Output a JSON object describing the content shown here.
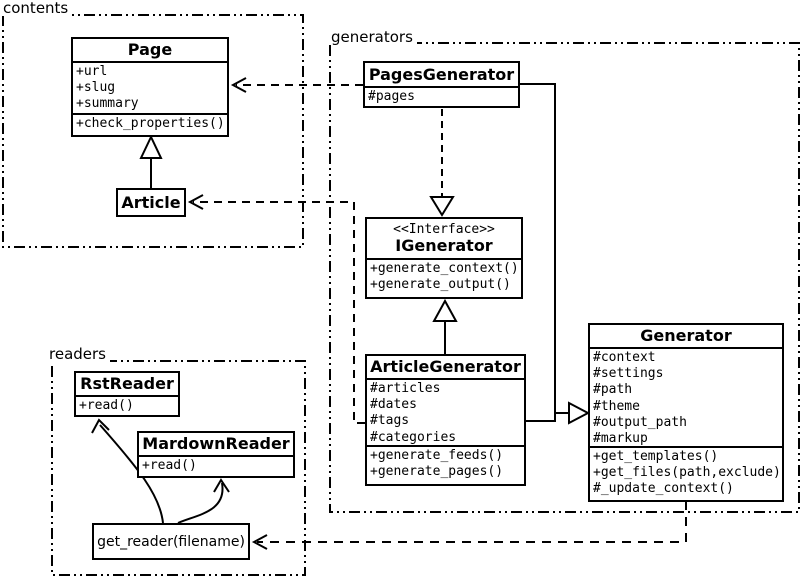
{
  "packages": {
    "contents": "contents",
    "generators": "generators",
    "readers": "readers"
  },
  "classes": {
    "page": {
      "name": "Page",
      "attributes": [
        "+url",
        "+slug",
        "+summary"
      ],
      "methods": [
        "+check_properties()"
      ]
    },
    "article": {
      "name": "Article"
    },
    "pages_generator": {
      "name": "PagesGenerator",
      "attributes": [
        "#pages"
      ]
    },
    "igenerator": {
      "stereotype": "<<Interface>>",
      "name": "IGenerator",
      "methods": [
        "+generate_context()",
        "+generate_output()"
      ]
    },
    "article_generator": {
      "name": "ArticleGenerator",
      "attributes": [
        "#articles",
        "#dates",
        "#tags",
        "#categories"
      ],
      "methods": [
        "+generate_feeds()",
        "+generate_pages()"
      ]
    },
    "generator": {
      "name": "Generator",
      "attributes": [
        "#context",
        "#settings",
        "#path",
        "#theme",
        "#output_path",
        "#markup"
      ],
      "methods": [
        "+get_templates()",
        "+get_files(path,exclude)",
        "#_update_context()"
      ]
    },
    "rst_reader": {
      "name": "RstReader",
      "methods": [
        "+read()"
      ]
    },
    "mardown_reader": {
      "name": "MardownReader",
      "methods": [
        "+read()"
      ]
    },
    "get_reader": {
      "name": "get_reader(filename)"
    }
  },
  "relationships": [
    {
      "from": "Article",
      "to": "Page",
      "type": "inheritance"
    },
    {
      "from": "PagesGenerator",
      "to": "Page",
      "type": "dependency"
    },
    {
      "from": "ArticleGenerator",
      "to": "Article",
      "type": "dependency"
    },
    {
      "from": "PagesGenerator",
      "to": "IGenerator",
      "type": "realization"
    },
    {
      "from": "ArticleGenerator",
      "to": "IGenerator",
      "type": "inheritance"
    },
    {
      "from": "PagesGenerator",
      "to": "Generator",
      "type": "inheritance"
    },
    {
      "from": "ArticleGenerator",
      "to": "Generator",
      "type": "inheritance"
    },
    {
      "from": "Generator",
      "to": "get_reader(filename)",
      "type": "dependency"
    },
    {
      "from": "get_reader(filename)",
      "to": "RstReader",
      "type": "arrow"
    },
    {
      "from": "get_reader(filename)",
      "to": "MardownReader",
      "type": "arrow"
    }
  ],
  "colors": {
    "line": "#000000",
    "background": "#ffffff"
  }
}
